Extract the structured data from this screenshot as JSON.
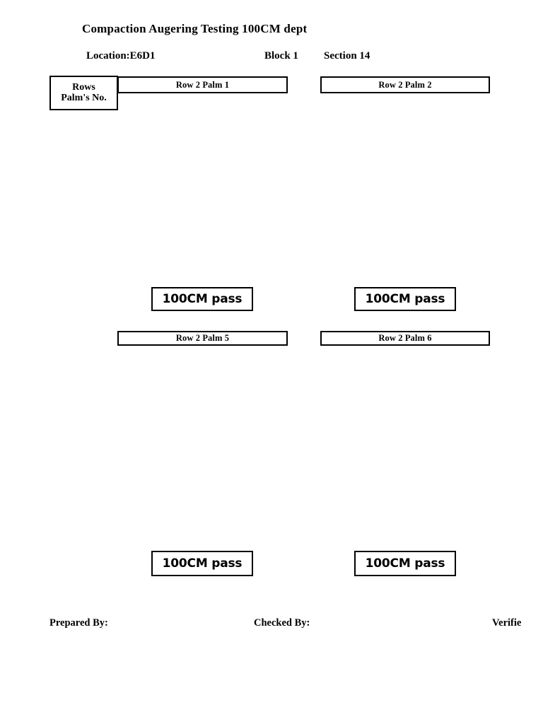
{
  "document": {
    "title": "Compaction Augering Testing 100CM dept",
    "meta": {
      "location": "Location:E6D1",
      "block": "Block  1",
      "section": "Section 14"
    },
    "rows_header": {
      "line1": "Rows",
      "line2": "Palm's No."
    },
    "palms": [
      {
        "id": "palm-1",
        "label": "Row 2 Palm 1"
      },
      {
        "id": "palm-2",
        "label": "Row 2 Palm 2"
      },
      {
        "id": "palm-5",
        "label": "Row 2 Palm 5"
      },
      {
        "id": "palm-6",
        "label": "Row 2 Palm 6"
      }
    ],
    "pass_boxes": [
      {
        "id": "pass-1",
        "label": "100CM pass"
      },
      {
        "id": "pass-2",
        "label": "100CM pass"
      },
      {
        "id": "pass-3",
        "label": "100CM pass"
      },
      {
        "id": "pass-4",
        "label": "100CM pass"
      }
    ],
    "footer": {
      "prepared_by": "Prepared By:",
      "checked_by": "Checked By:",
      "verified_by": "Verifie"
    },
    "colors": {
      "ink": "#000000",
      "paper": "#ffffff",
      "border": "#000000"
    }
  }
}
